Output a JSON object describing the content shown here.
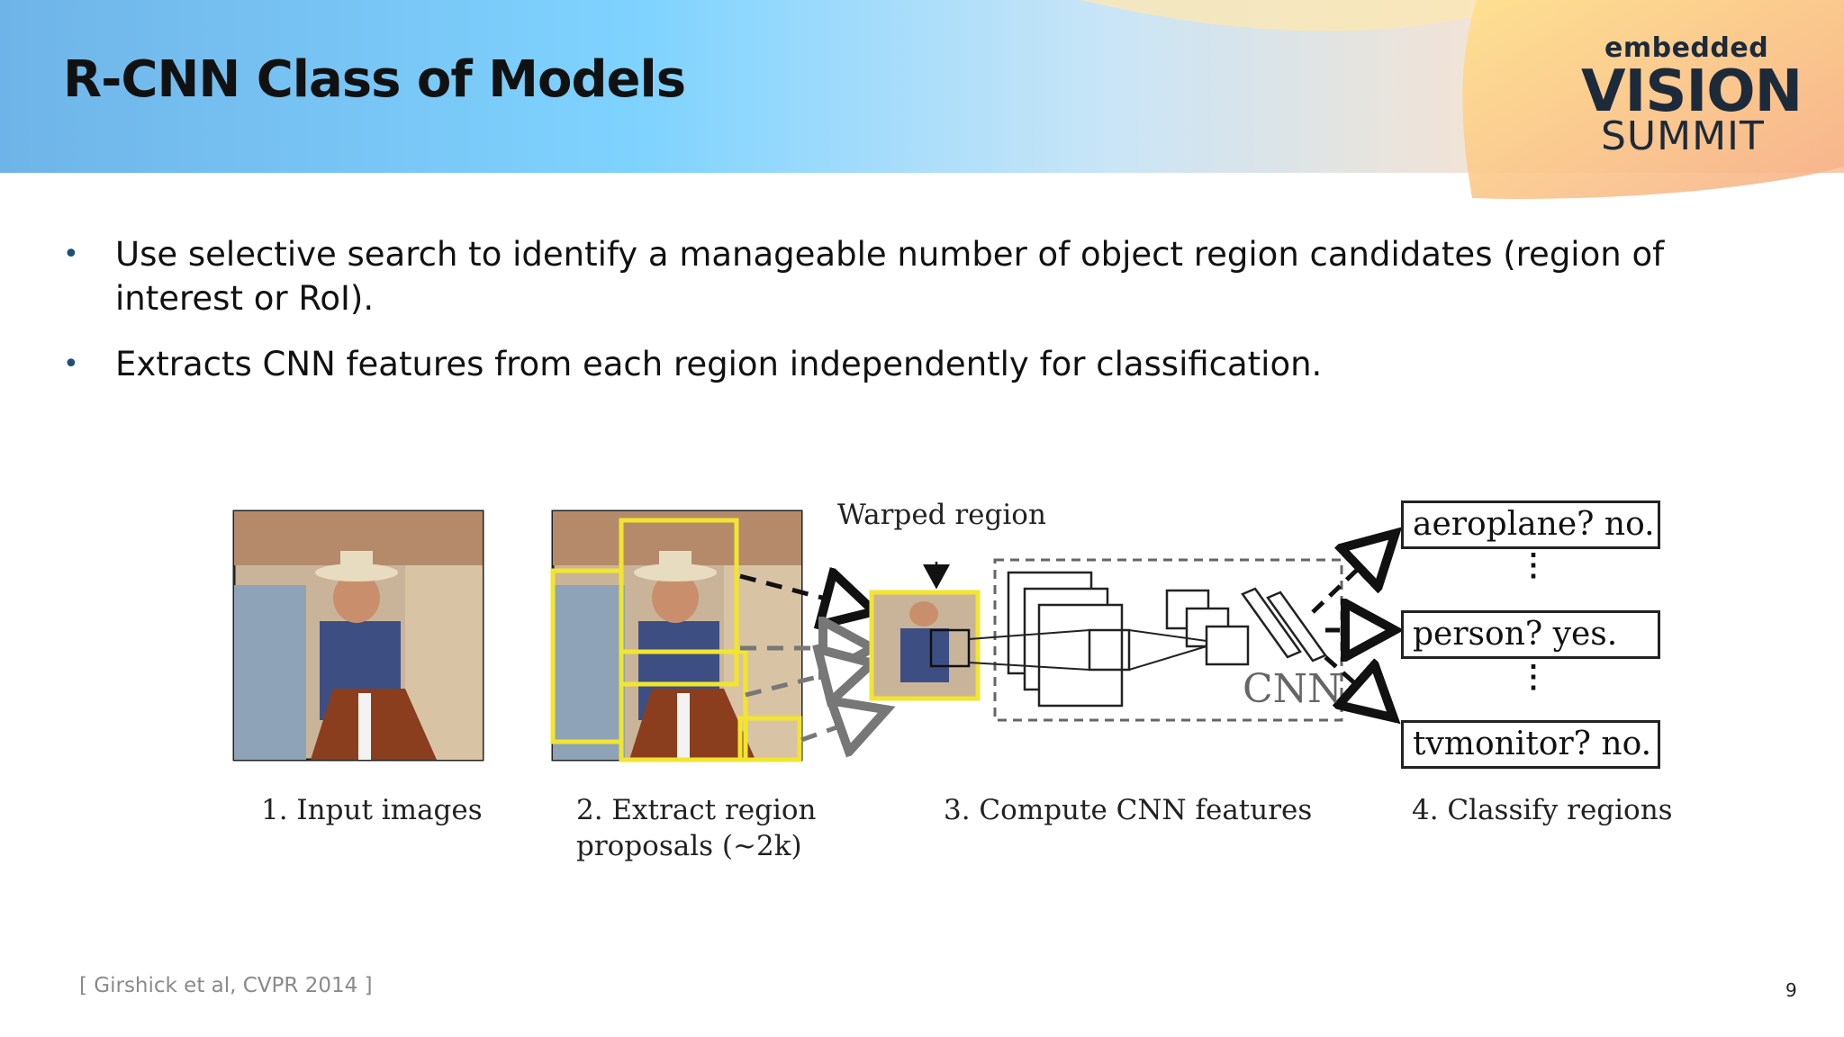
{
  "slide": {
    "title": "R-CNN Class of Models",
    "bullets": [
      "Use selective search to identify a manageable number of object region candidates (region of interest or RoI).",
      "Extracts CNN features from each region independently for classification."
    ],
    "bullet_glyph": "•",
    "citation": "[ Girshick et al, CVPR 2014 ]",
    "page_number": "9"
  },
  "logo": {
    "line1": "embedded",
    "line2": "VISION",
    "line3": "SUMMIT"
  },
  "figure": {
    "warped_label": "Warped region",
    "cnn_label": "CNN",
    "captions": [
      "1. Input images",
      "2. Extract region\nproposals (~2k)",
      "3. Compute CNN features",
      "4. Classify regions"
    ],
    "classes": [
      "aeroplane? no.",
      "person? yes.",
      "tvmonitor? no."
    ],
    "ellipsis": "⋮"
  },
  "colors": {
    "accent_blue": "#7fd0ff",
    "accent_orange": "#ffd27a",
    "proposal_yellow": "#f2e52e",
    "bullet_blue": "#1f4e79"
  }
}
